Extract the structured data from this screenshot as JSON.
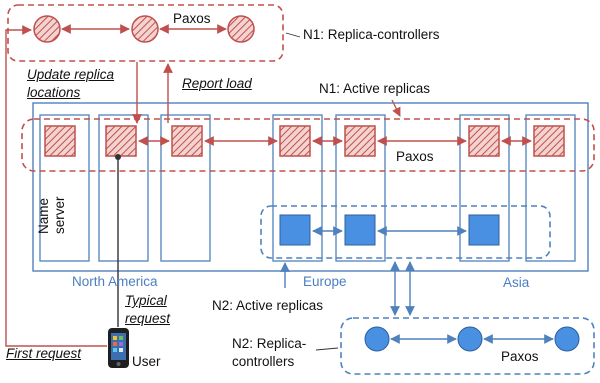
{
  "colors": {
    "red": "#c0504d",
    "red_fill": "#e9b8b4",
    "blue": "#4f81bd",
    "blue_fill": "#4a90e2",
    "region_label": "#4a7fc1"
  },
  "labels": {
    "paxos_top": "Paxos",
    "n1_controllers": "N1: Replica-controllers",
    "update_replica": "Update replica",
    "locations": "locations",
    "report_load": "Report load",
    "n1_active": "N1: Active replicas",
    "paxos_middle": "Paxos",
    "name": "Name",
    "server": "server",
    "north_america": "North America",
    "europe": "Europe",
    "asia": "Asia",
    "typical": "Typical",
    "request": "request",
    "n2_active": "N2: Active replicas",
    "n2_replica": "N2: Replica-",
    "controllers": "controllers",
    "paxos_bottom": "Paxos",
    "first_request": "First request",
    "user": "User"
  },
  "icons": {
    "phone": "phone-icon"
  }
}
